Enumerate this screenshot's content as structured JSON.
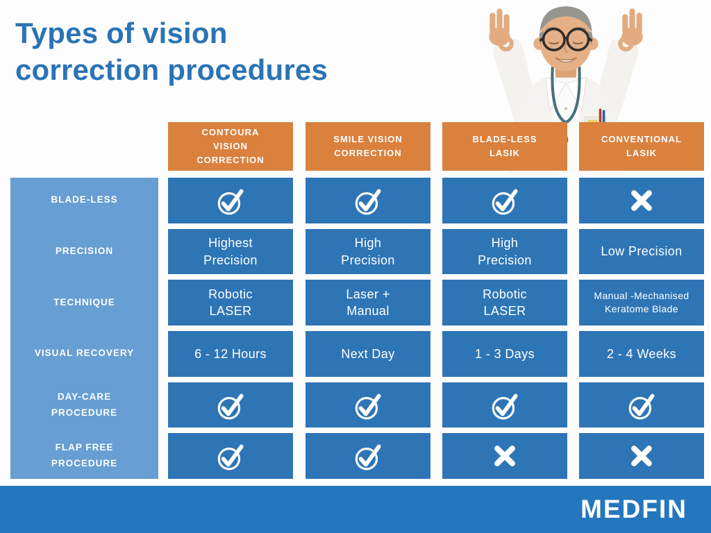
{
  "title": "Types of vision\ncorrection procedures",
  "colors": {
    "title_blue": "#2a73b5",
    "cell_blue": "#2e75b6",
    "sidebar_blue": "#679ed3",
    "header_orange": "#da813e",
    "footer_blue": "#2577bd",
    "text_white": "#ffffff"
  },
  "table": {
    "column_headers": [
      "CONTOURA\nVISION\nCORRECTION",
      "SMILE VISION\nCORRECTION",
      "BLADE-LESS\nLASIK",
      "CONVENTIONAL\nLASIK"
    ],
    "rows": [
      {
        "label": "BLADE-LESS",
        "cells": [
          "check",
          "check",
          "check",
          "cross"
        ]
      },
      {
        "label": "PRECISION",
        "cells": [
          "Highest\nPrecision",
          "High\nPrecision",
          "High\nPrecision",
          "Low Precision"
        ]
      },
      {
        "label": "TECHNIQUE",
        "cells": [
          "Robotic\nLASER",
          "Laser +\nManual",
          "Robotic\nLASER",
          "Manual -Mechanised\nKeratome Blade"
        ]
      },
      {
        "label": "VISUAL RECOVERY",
        "cells": [
          "6 - 12 Hours",
          "Next Day",
          "1 - 3 Days",
          "2 - 4 Weeks"
        ]
      },
      {
        "label": "DAY-CARE\nPROCEDURE",
        "cells": [
          "check",
          "check",
          "check",
          "check"
        ]
      },
      {
        "label": "FLAP FREE\nPROCEDURE",
        "cells": [
          "check",
          "check",
          "cross",
          "cross"
        ]
      }
    ]
  },
  "icons": {
    "check": "check-circle-icon",
    "cross": "cross-icon"
  },
  "footer": {
    "brand": "MEDFIN"
  }
}
